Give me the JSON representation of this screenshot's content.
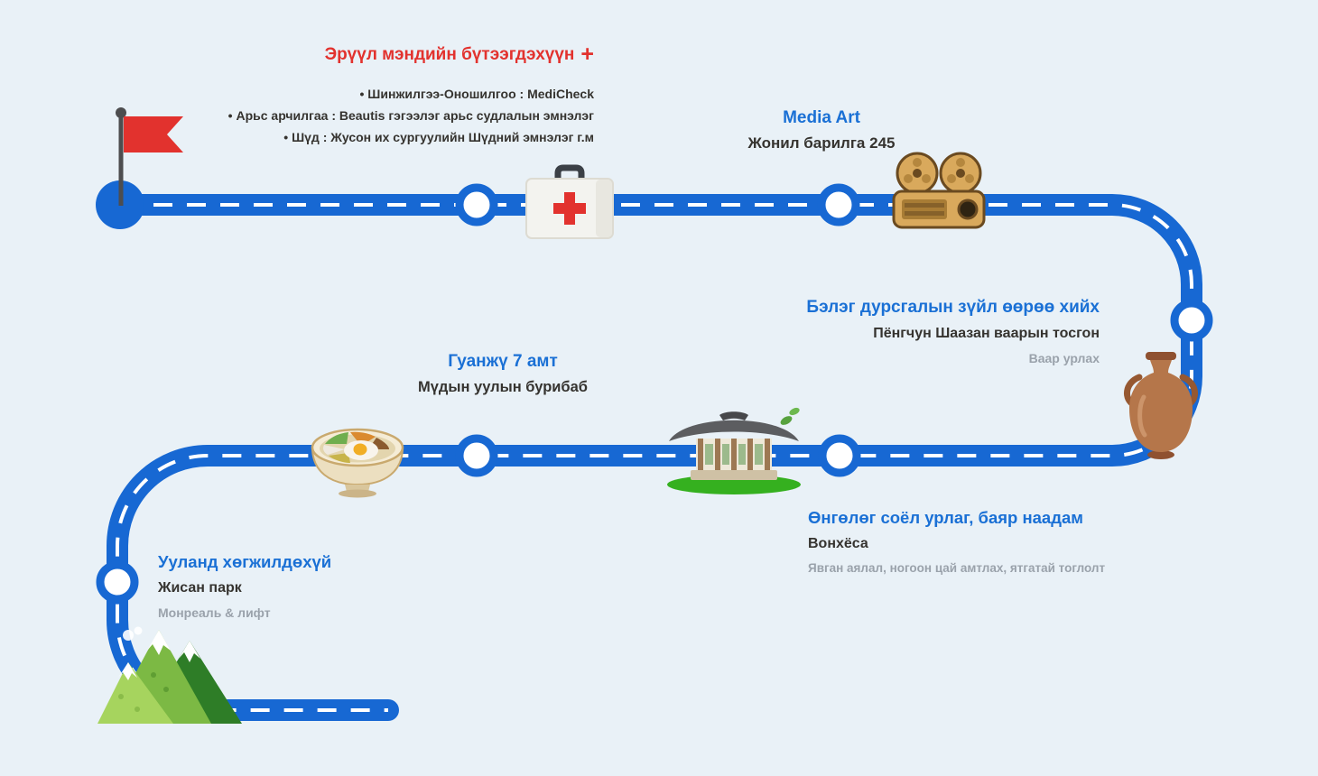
{
  "colors": {
    "bg": "#e9f1f7",
    "road": "#1768d3",
    "accent_red": "#e2322e",
    "heading_blue": "#1a70d5",
    "text_dark": "#35332f",
    "text_gray": "#9aa2ab"
  },
  "stops": {
    "health": {
      "title": "Эрүүл мэндийн бүтээгдэхүүн",
      "plus": "+",
      "items": [
        "• Шинжилгээ-Оношилгоо : MediCheck",
        "• Арьс арчилгаа : Beautis гэгээлэг арьс судлалын эмнэлэг",
        "• Шүд : Жусон их сургуулийн Шүдний эмнэлэг г.м"
      ]
    },
    "media_art": {
      "title": "Media Art",
      "subtitle": "Жонил барилга 245"
    },
    "souvenir": {
      "title": "Бэлэг дурсгалын зүйл өөрөө хийх",
      "subtitle": "Пёнгчун Шаазан ваарын  тосгон",
      "note": "Ваар урлах"
    },
    "food": {
      "title": "Гуанжү 7 амт",
      "subtitle": "Мүдын уулын бурибаб"
    },
    "culture": {
      "title": "Өнгөлөг соёл урлаг, баяр наадам",
      "subtitle": "Вонхёса",
      "note": "Явган аялал, ногоон цай амтлах, ятгатай тоглолт"
    },
    "mountain": {
      "title": "Ууланд хөгжилдөхүй",
      "subtitle": "Жисан парк",
      "note": "Монреаль  & лифт"
    }
  },
  "icons": {
    "start": "flag-icon",
    "health": "first-aid-kit-icon",
    "media_art": "film-projector-icon",
    "souvenir": "pottery-vase-icon",
    "culture": "hanok-house-icon",
    "food": "bibimbap-bowl-icon",
    "mountain": "mountains-icon"
  }
}
